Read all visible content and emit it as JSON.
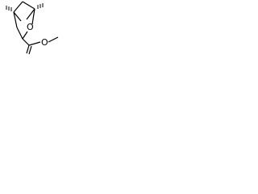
{
  "structure": {
    "atoms": [
      {
        "id": "c1",
        "element": "C",
        "label": ""
      },
      {
        "id": "c2",
        "element": "C",
        "label": ""
      },
      {
        "id": "c3",
        "element": "C",
        "label": ""
      },
      {
        "id": "c4",
        "element": "C",
        "label": ""
      },
      {
        "id": "c5",
        "element": "C",
        "label": ""
      },
      {
        "id": "o_ring",
        "element": "O",
        "label": "O"
      },
      {
        "id": "c_carbonyl",
        "element": "C",
        "label": ""
      },
      {
        "id": "o_carbonyl",
        "element": "O",
        "label": "O"
      },
      {
        "id": "c_methyl",
        "element": "C",
        "label": ""
      }
    ],
    "stereo_centers": [
      {
        "atom": "c1",
        "marker": "hashed-wedge"
      },
      {
        "atom": "c2",
        "marker": "hashed-wedge"
      }
    ],
    "colors": {
      "bond": "#000000",
      "label": "#000000",
      "background": "#ffffff"
    }
  }
}
